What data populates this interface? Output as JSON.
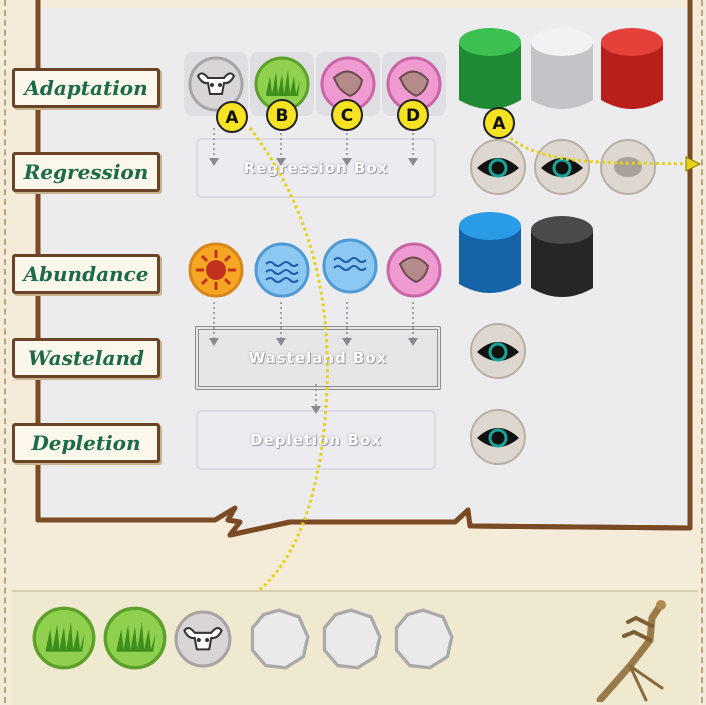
{
  "rows": [
    {
      "id": "adaptation",
      "label": "Adaptation"
    },
    {
      "id": "regression",
      "label": "Regression"
    },
    {
      "id": "abundance",
      "label": "Abundance"
    },
    {
      "id": "wasteland",
      "label": "Wasteland"
    },
    {
      "id": "depletion",
      "label": "Depletion"
    }
  ],
  "boxes": {
    "regression": "Regression Box",
    "wasteland": "Wasteland Box",
    "depletion": "Depletion Box"
  },
  "letters": [
    "A",
    "B",
    "C",
    "D"
  ],
  "cube_letter": "A",
  "adaptation_tokens": [
    "horn-skull",
    "grass",
    "shrimp",
    "shrimp"
  ],
  "abundance_tokens": [
    "sun",
    "water",
    "water",
    "shrimp"
  ],
  "adaptation_cubes": [
    "#2ea043",
    "#e8e8ea",
    "#d9302a"
  ],
  "abundance_cubes": [
    "#1e88d4",
    "#3a3a3a"
  ],
  "tray_tokens": [
    "grass",
    "grass",
    "horn-skull",
    "empty",
    "empty",
    "empty"
  ],
  "colors": {
    "label_text": "#1d6a4a",
    "label_border": "#6b4326",
    "arrow": "#e6d21a",
    "letter_fill": "#f7e223"
  }
}
